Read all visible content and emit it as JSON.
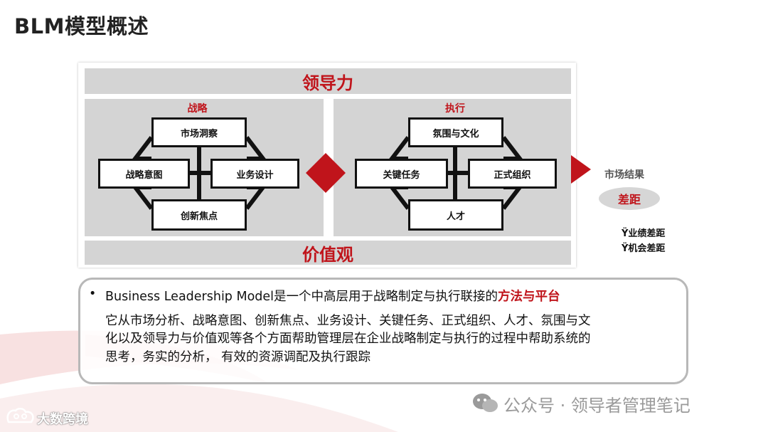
{
  "title": "BLM模型概述",
  "diagram": {
    "top_band": "领导力",
    "bottom_band": "价值观",
    "strategy": {
      "label": "战略",
      "nodes": [
        "市场洞察",
        "战略意图",
        "业务设计",
        "创新焦点"
      ]
    },
    "execution": {
      "label": "执行",
      "nodes": [
        "氛围与文化",
        "关键任务",
        "正式组织",
        "人才"
      ]
    },
    "result": {
      "label": "市场结果",
      "gap": "差距",
      "gaps": [
        "Ÿ业绩差距",
        "Ÿ机会差距"
      ]
    }
  },
  "description": {
    "bullet": "•",
    "line1_prefix": "Business Leadership Model是一个中高层用于战略制定与执行联接的",
    "line1_highlight": "方法与平台",
    "lines": [
      "它从市场分析、战略意图、创新焦点、业务设计、关键任务、正式组织、人才、氛围与文",
      "化以及领导力与价值观等各个方面帮助管理层在企业战略制定与执行的过程中帮助系统的",
      "思考，务实的分析， 有效的资源调配及执行跟踪"
    ]
  },
  "watermark": {
    "wechat": "公众号 · 领导者管理笔记",
    "brand": "大数跨境"
  },
  "colors": {
    "accent_red": "#c0141b",
    "panel_gray": "#d4d4d4",
    "border_gray": "#b8b8b8"
  }
}
